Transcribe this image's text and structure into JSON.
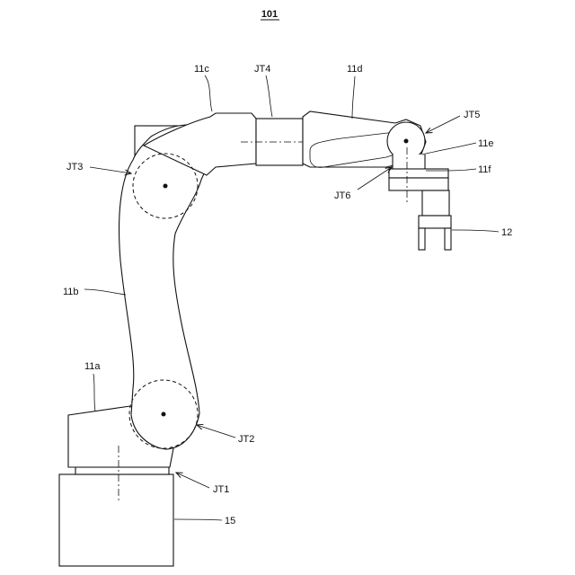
{
  "figure": {
    "number": "101"
  },
  "labels": {
    "link_11a": "11a",
    "link_11b": "11b",
    "link_11c": "11c",
    "link_11d": "11d",
    "link_11e": "11e",
    "link_11f": "11f",
    "end_effector": "12",
    "base": "15",
    "joint_1": "JT1",
    "joint_2": "JT2",
    "joint_3": "JT3",
    "joint_4": "JT4",
    "joint_5": "JT5",
    "joint_6": "JT6"
  }
}
